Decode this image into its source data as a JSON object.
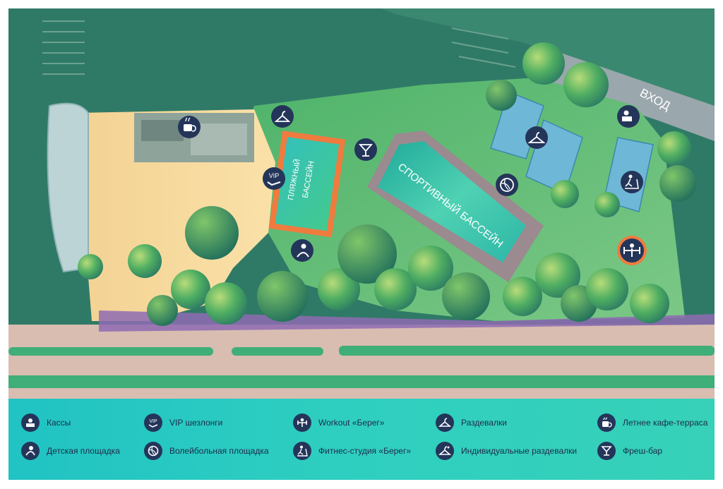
{
  "map": {
    "entrance_label": "ВХОД",
    "beach_pool_label_line1": "ПЛЯЖНЫЙ",
    "beach_pool_label_line2": "БАССЕЙН",
    "sport_pool_label": "СПОРТИВНЫЙ БАССЕЙН",
    "vip_badge": "VIP",
    "colors": {
      "water_dark": "#2f7a66",
      "water_mid": "#3f8f78",
      "grass": "#62bd6c",
      "sand": "#f6d79a",
      "road": "#d9bdb1",
      "legend_bg": "#2fcfc0",
      "icon_bg": "#24355a"
    }
  },
  "legend": {
    "items": [
      {
        "icon": "cashier-icon",
        "label": "Кассы"
      },
      {
        "icon": "vip-lounger-icon",
        "label": "VIP шезлонги"
      },
      {
        "icon": "workout-icon",
        "label": "Workout «Берег»"
      },
      {
        "icon": "hanger-icon",
        "label": "Раздевалки"
      },
      {
        "icon": "coffee-icon",
        "label": "Летнее кафе-терраса"
      },
      {
        "icon": "playground-icon",
        "label": "Детская площадка"
      },
      {
        "icon": "volleyball-icon",
        "label": "Волейбольная площадка"
      },
      {
        "icon": "treadmill-icon",
        "label": "Фитнес-студия «Берег»"
      },
      {
        "icon": "individual-hanger-icon",
        "label": "Индивидуальные раздевалки"
      },
      {
        "icon": "cocktail-icon",
        "label": "Фреш-бар"
      }
    ]
  }
}
